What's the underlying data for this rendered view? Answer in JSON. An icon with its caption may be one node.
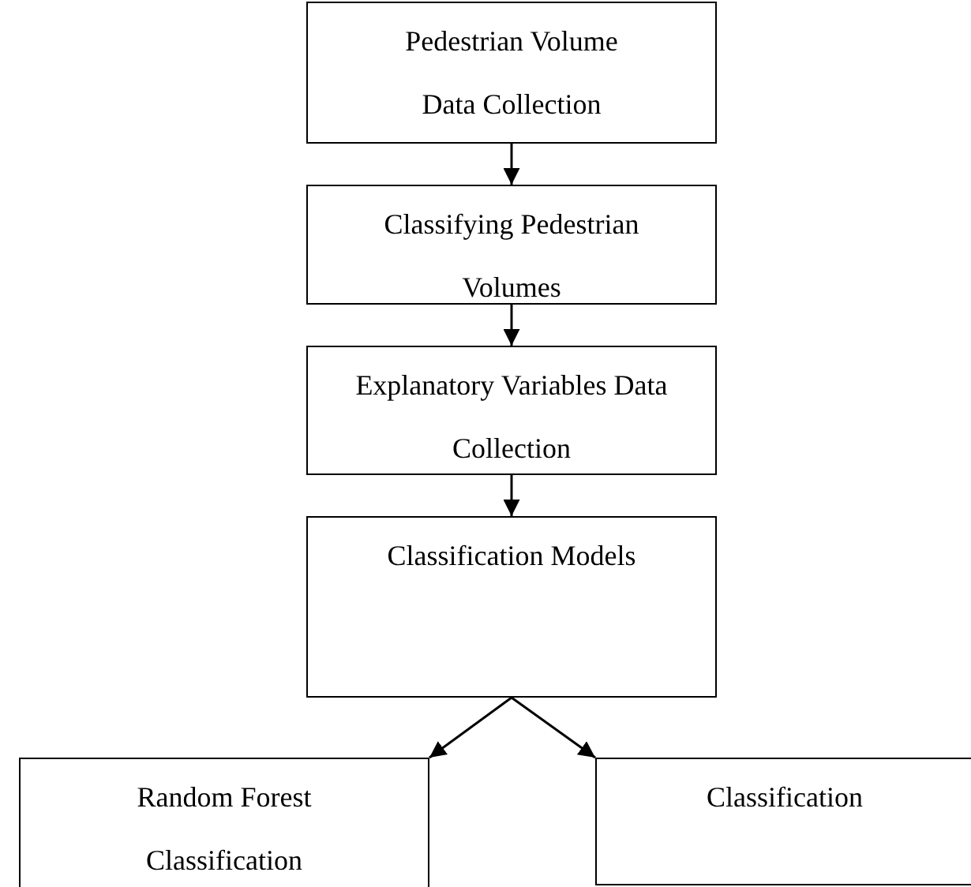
{
  "diagram": {
    "nodes": [
      {
        "text": [
          "Pedestrian Volume Data Collection"
        ]
      },
      {
        "text": [
          "Classifying Pedestrian Volumes"
        ]
      },
      {
        "text": [
          "Explanatory Variables Data Collection"
        ]
      },
      {
        "text": [
          "Classification Models"
        ]
      },
      {
        "text": [
          "Random Forest Classification"
        ]
      },
      {
        "text": [
          "Classification"
        ]
      }
    ],
    "edges": [
      {
        "from": 0,
        "to": 1,
        "arrow": "to"
      },
      {
        "from": 1,
        "to": 2,
        "arrow": "to"
      },
      {
        "from": 2,
        "to": 3,
        "arrow": "to"
      },
      {
        "from": 3,
        "to": 4,
        "arrow": "to"
      },
      {
        "from": 3,
        "to": 5,
        "arrow": "to"
      }
    ]
  }
}
